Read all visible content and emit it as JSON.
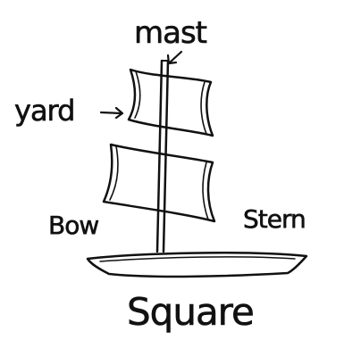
{
  "labels": {
    "mast": "mast",
    "yard": "yard",
    "bow": "Bow",
    "stern": "Stern",
    "title": "Square"
  },
  "colors": {
    "ink": "#111111",
    "background": "#ffffff"
  }
}
